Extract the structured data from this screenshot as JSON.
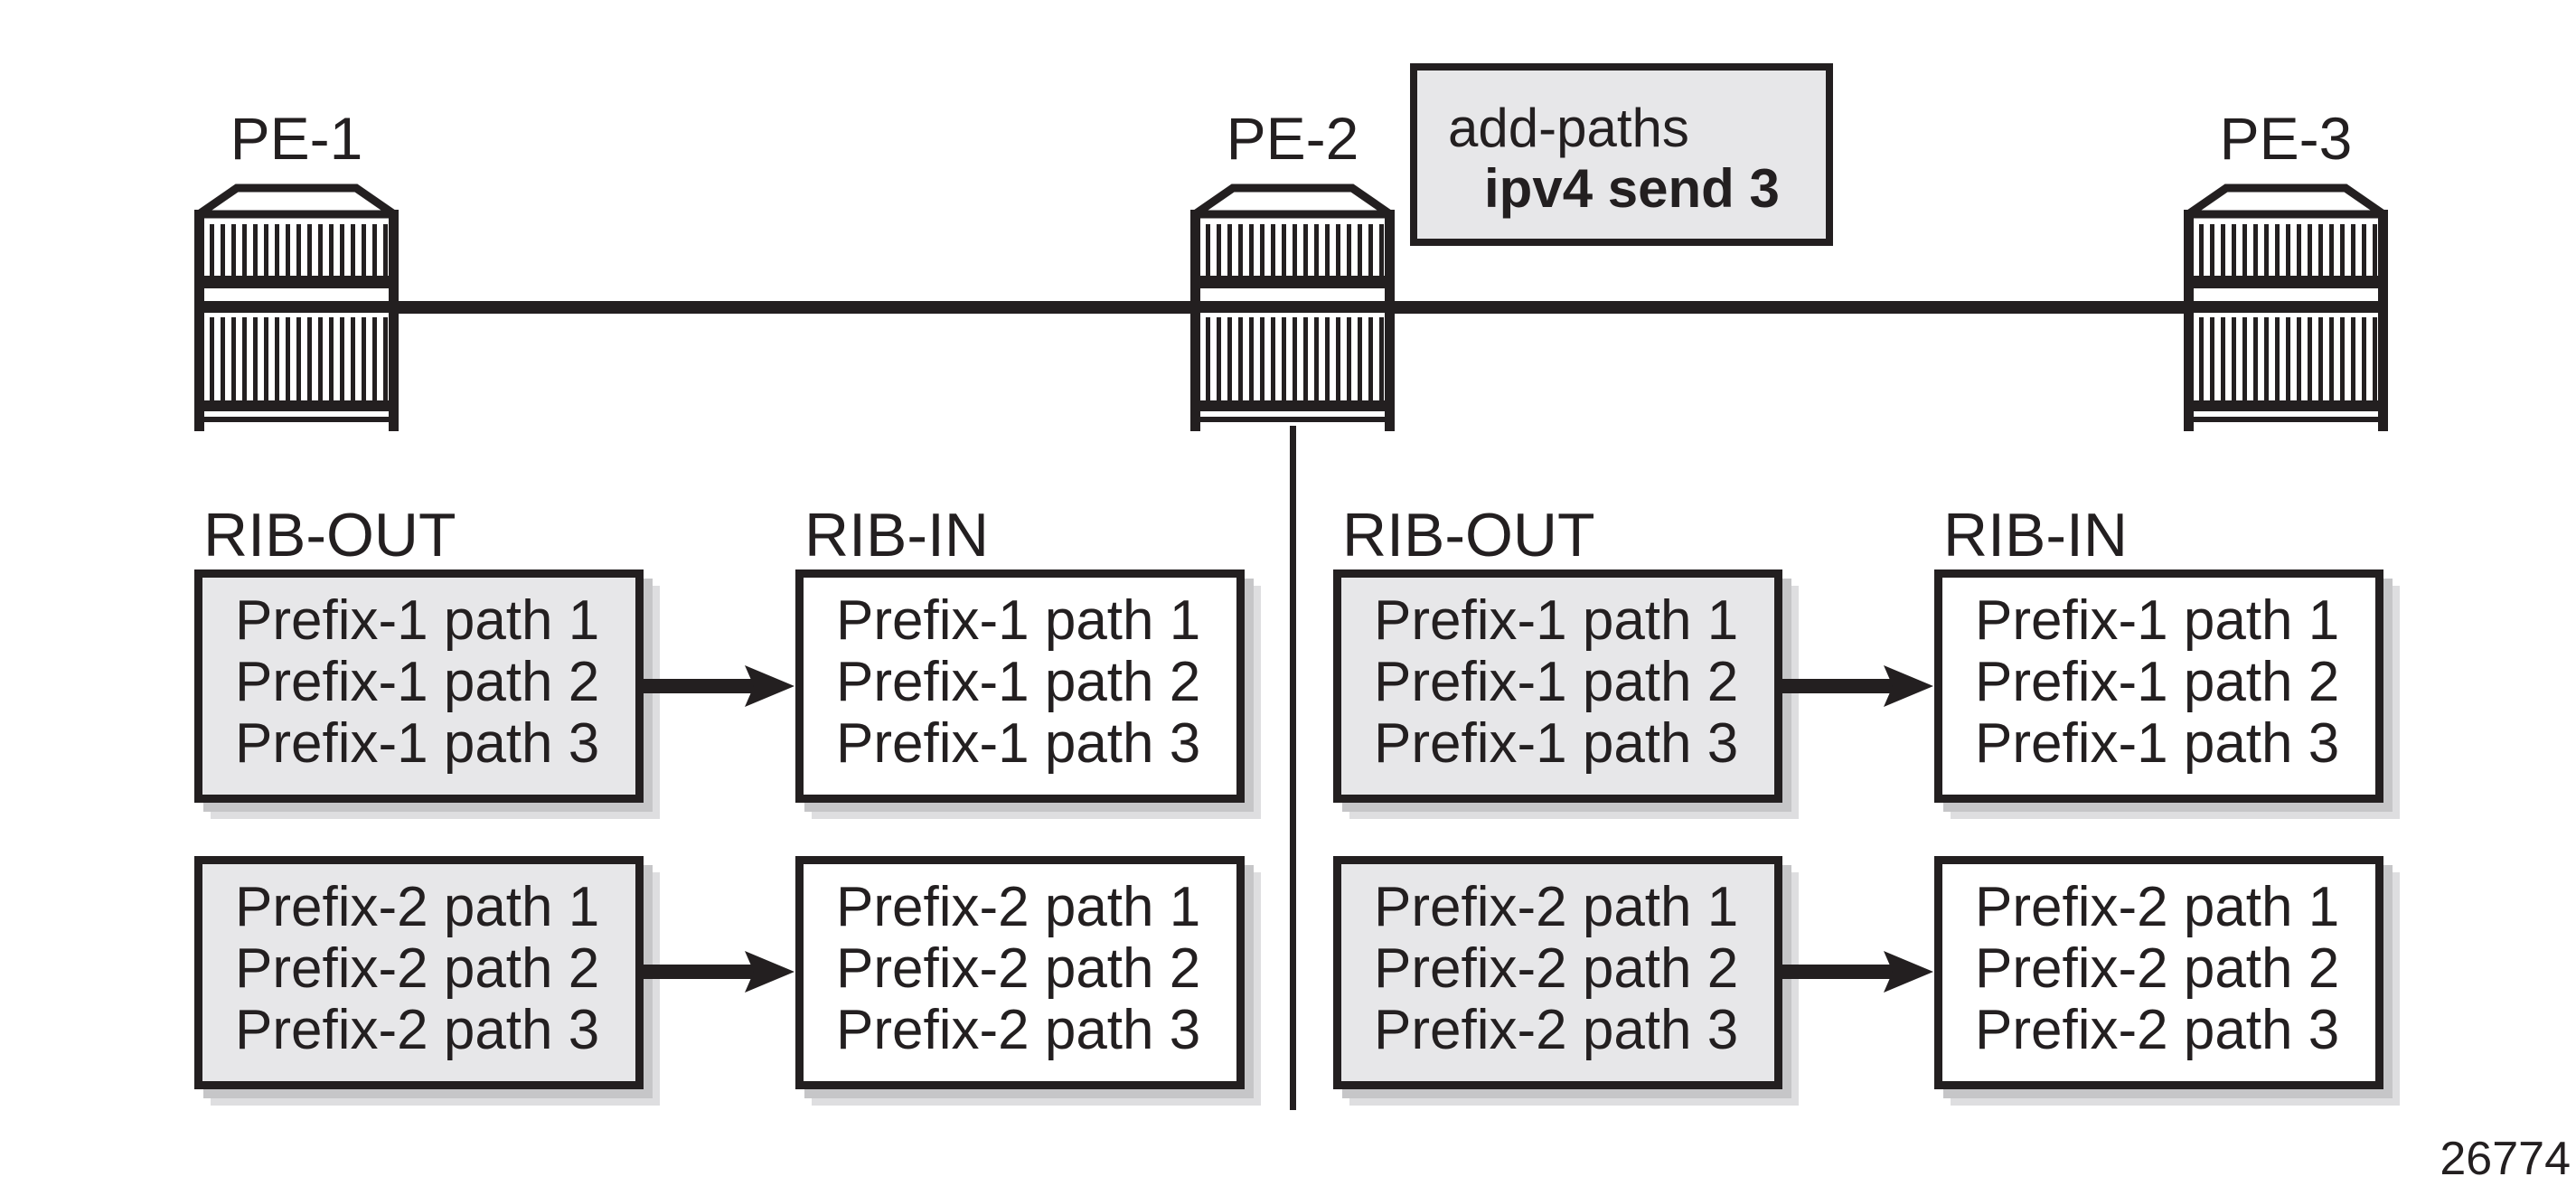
{
  "figure": {
    "routers": [
      {
        "label": "PE-1"
      },
      {
        "label": "PE-2"
      },
      {
        "label": "PE-3"
      }
    ],
    "annotation": {
      "line1": "add-paths",
      "line2": "ipv4 send 3"
    },
    "halves": [
      {
        "rib_out_label": "RIB-OUT",
        "rib_in_label": "RIB-IN",
        "rows": [
          {
            "out": [
              "Prefix-1 path 1",
              "Prefix-1 path 2",
              "Prefix-1 path 3"
            ],
            "in": [
              "Prefix-1 path 1",
              "Prefix-1 path 2",
              "Prefix-1 path 3"
            ]
          },
          {
            "out": [
              "Prefix-2 path 1",
              "Prefix-2 path 2",
              "Prefix-2 path 3"
            ],
            "in": [
              "Prefix-2 path 1",
              "Prefix-2 path 2",
              "Prefix-2 path 3"
            ]
          }
        ]
      },
      {
        "rib_out_label": "RIB-OUT",
        "rib_in_label": "RIB-IN",
        "rows": [
          {
            "out": [
              "Prefix-1 path 1",
              "Prefix-1 path 2",
              "Prefix-1 path 3"
            ],
            "in": [
              "Prefix-1 path 1",
              "Prefix-1 path 2",
              "Prefix-1 path 3"
            ]
          },
          {
            "out": [
              "Prefix-2 path 1",
              "Prefix-2 path 2",
              "Prefix-2 path 3"
            ],
            "in": [
              "Prefix-2 path 1",
              "Prefix-2 path 2",
              "Prefix-2 path 3"
            ]
          }
        ]
      }
    ],
    "figure_number": "26774",
    "colors": {
      "ink": "#231f20",
      "gray_fill": "#e7e7e9",
      "white_fill": "#ffffff",
      "shadow_inner": "#c6c6c8",
      "shadow_outer": "#dedee0"
    }
  }
}
